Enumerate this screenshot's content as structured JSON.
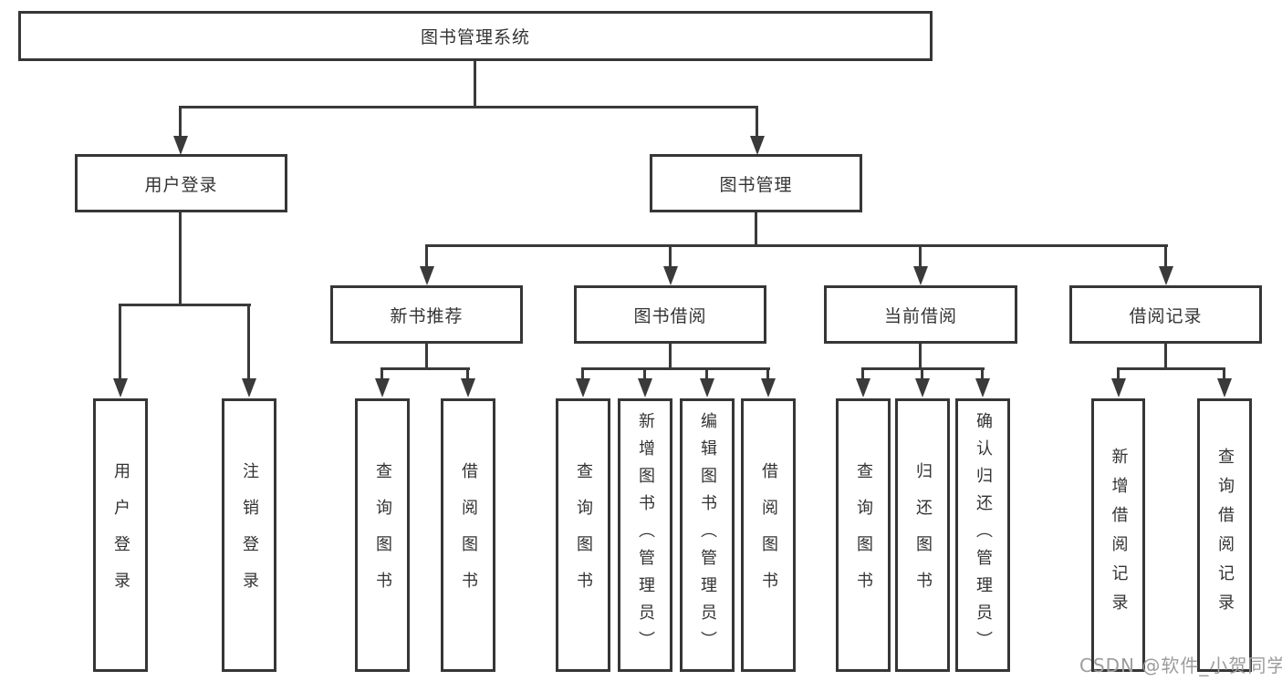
{
  "tree": {
    "root": "图书管理系统",
    "children": [
      {
        "label": "用户登录",
        "children": [
          "用户登录",
          "注销登录"
        ]
      },
      {
        "label": "图书管理",
        "children": [
          {
            "label": "新书推荐",
            "children": [
              "查询图书",
              "借阅图书"
            ]
          },
          {
            "label": "图书借阅",
            "children": [
              "查询图书",
              "新增图书（管理员）",
              "编辑图书（管理员）",
              "借阅图书"
            ]
          },
          {
            "label": "当前借阅",
            "children": [
              "查询图书",
              "归还图书",
              "确认归还（管理员）"
            ]
          },
          {
            "label": "借阅记录",
            "children": [
              "新增借阅记录",
              "查询借阅记录"
            ]
          }
        ]
      }
    ]
  },
  "watermark": {
    "text": "CSDN @软件_小贺同学"
  },
  "colors": {
    "line": "#3a3a3a",
    "box_border": "#363636",
    "text": "#333333",
    "watermark": "#9c9c9c",
    "background": "#ffffff"
  }
}
